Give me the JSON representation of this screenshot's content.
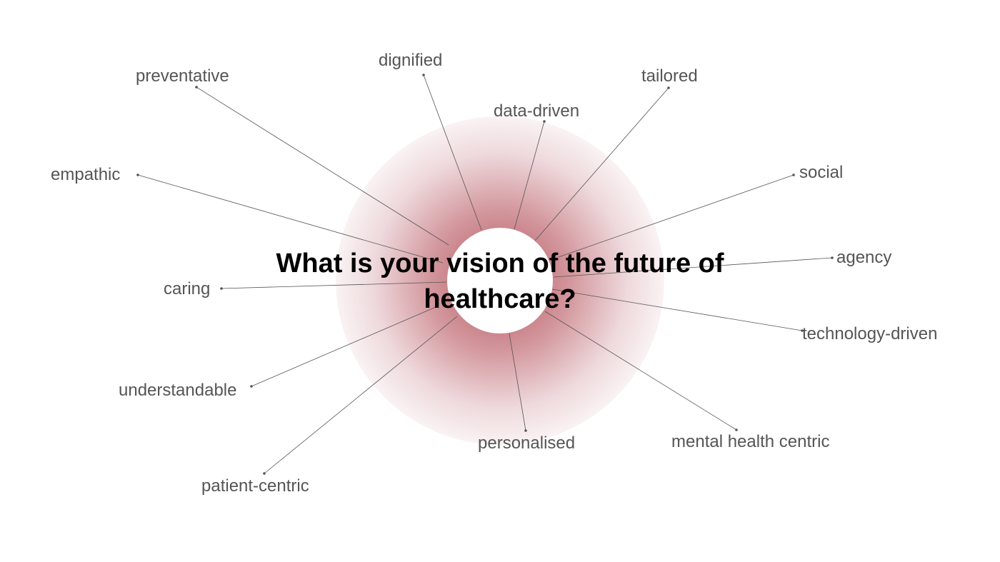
{
  "question": "What is your vision of the future of healthcare?",
  "accent_color": "#b04a55",
  "words": [
    {
      "id": "preventative",
      "text": "preventative"
    },
    {
      "id": "dignified",
      "text": "dignified"
    },
    {
      "id": "tailored",
      "text": "tailored"
    },
    {
      "id": "data-driven",
      "text": "data-driven"
    },
    {
      "id": "empathic",
      "text": "empathic"
    },
    {
      "id": "social",
      "text": "social"
    },
    {
      "id": "agency",
      "text": "agency"
    },
    {
      "id": "caring",
      "text": "caring"
    },
    {
      "id": "technology-driven",
      "text": "technology-driven"
    },
    {
      "id": "understandable",
      "text": "understandable"
    },
    {
      "id": "personalised",
      "text": "personalised"
    },
    {
      "id": "mental-health-centric",
      "text": "mental health centric"
    },
    {
      "id": "patient-centric",
      "text": "patient-centric"
    }
  ]
}
